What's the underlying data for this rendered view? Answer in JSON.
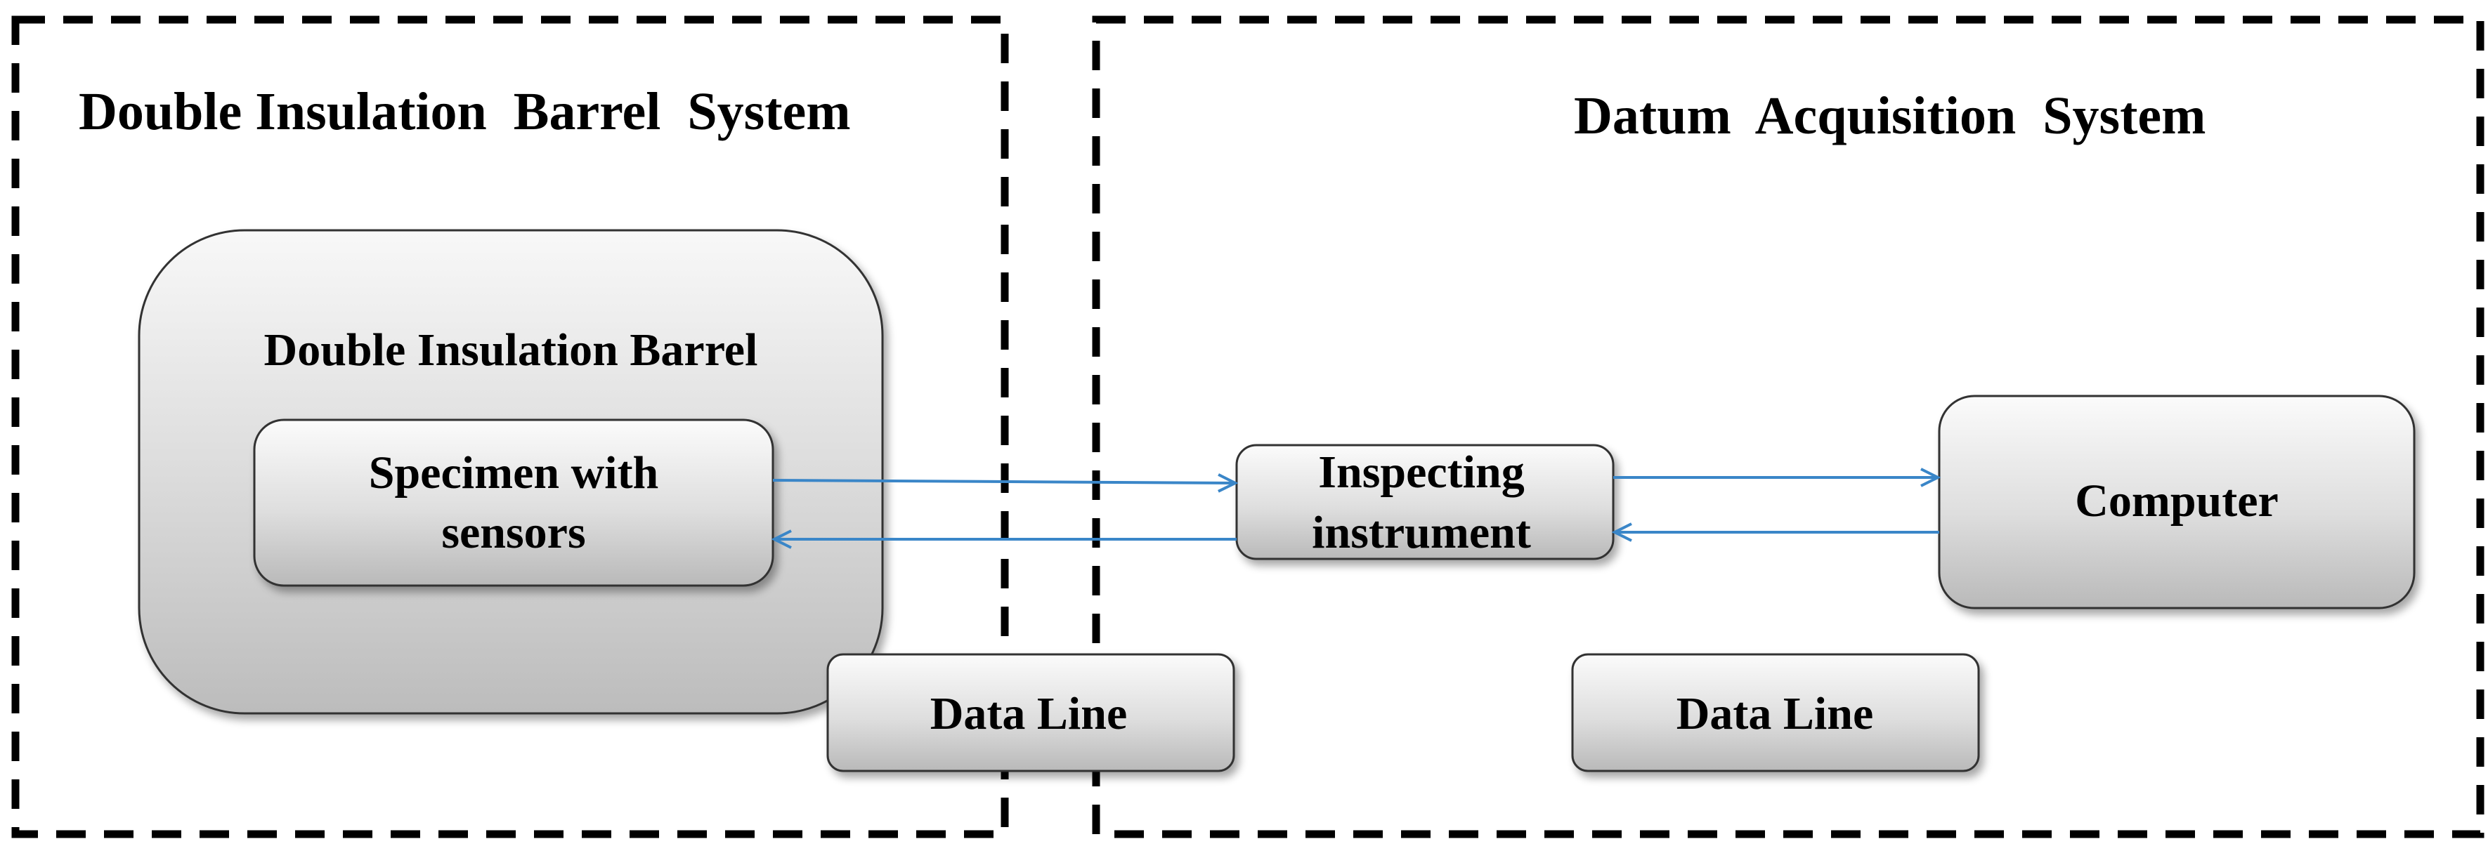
{
  "diagram": {
    "systems": {
      "left": {
        "title": "Double Insulation  Barrel  System"
      },
      "right": {
        "title": "Datum  Acquisition  System"
      }
    },
    "barrel": {
      "title": "Double Insulation Barrel"
    },
    "nodes": {
      "specimen": {
        "line1": "Specimen with",
        "line2": "sensors"
      },
      "instrument": {
        "line1": "Inspecting",
        "line2": "instrument"
      },
      "computer": {
        "label": "Computer"
      },
      "data_line_left": {
        "label": "Data Line"
      },
      "data_line_right": {
        "label": "Data Line"
      }
    },
    "colors": {
      "border": "#000000",
      "arrow": "#3a86c8",
      "box_gradient_top": "#fafafa",
      "box_gradient_bottom": "#bdbdbd",
      "text": "#000000"
    }
  }
}
